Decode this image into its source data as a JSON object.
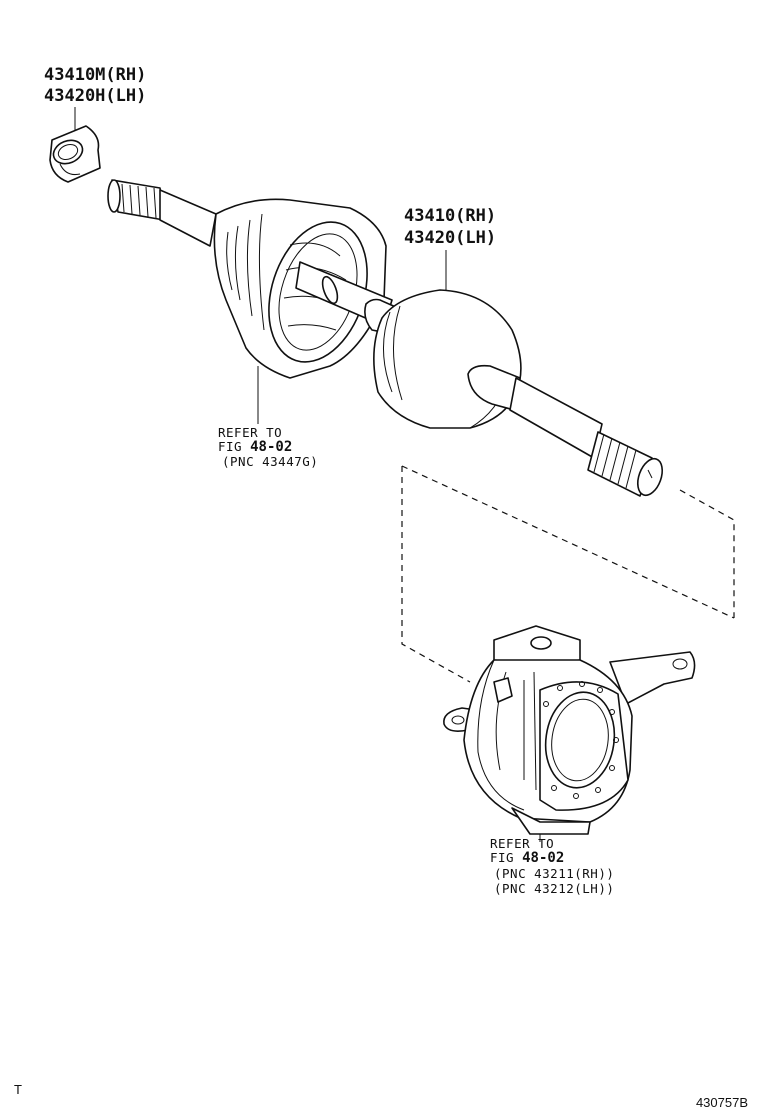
{
  "callouts": {
    "part_top_left": {
      "line1": "43410M(RH)",
      "line2": "43420H(LH)"
    },
    "part_shaft": {
      "line1": "43410(RH)",
      "line2": "43420(LH)"
    },
    "refer_boot": {
      "line1": "REFER TO",
      "line2_prefix": "FIG ",
      "line2_num": "48-02",
      "line3": "(PNC 43447G)"
    },
    "refer_knuckle": {
      "line1": "REFER TO",
      "line2_prefix": "FIG ",
      "line2_num": "48-02",
      "line3": "(PNC 43211(RH))",
      "line4": "(PNC 43212(LH))"
    }
  },
  "corner_mark": "T",
  "figure_code": "430757B"
}
